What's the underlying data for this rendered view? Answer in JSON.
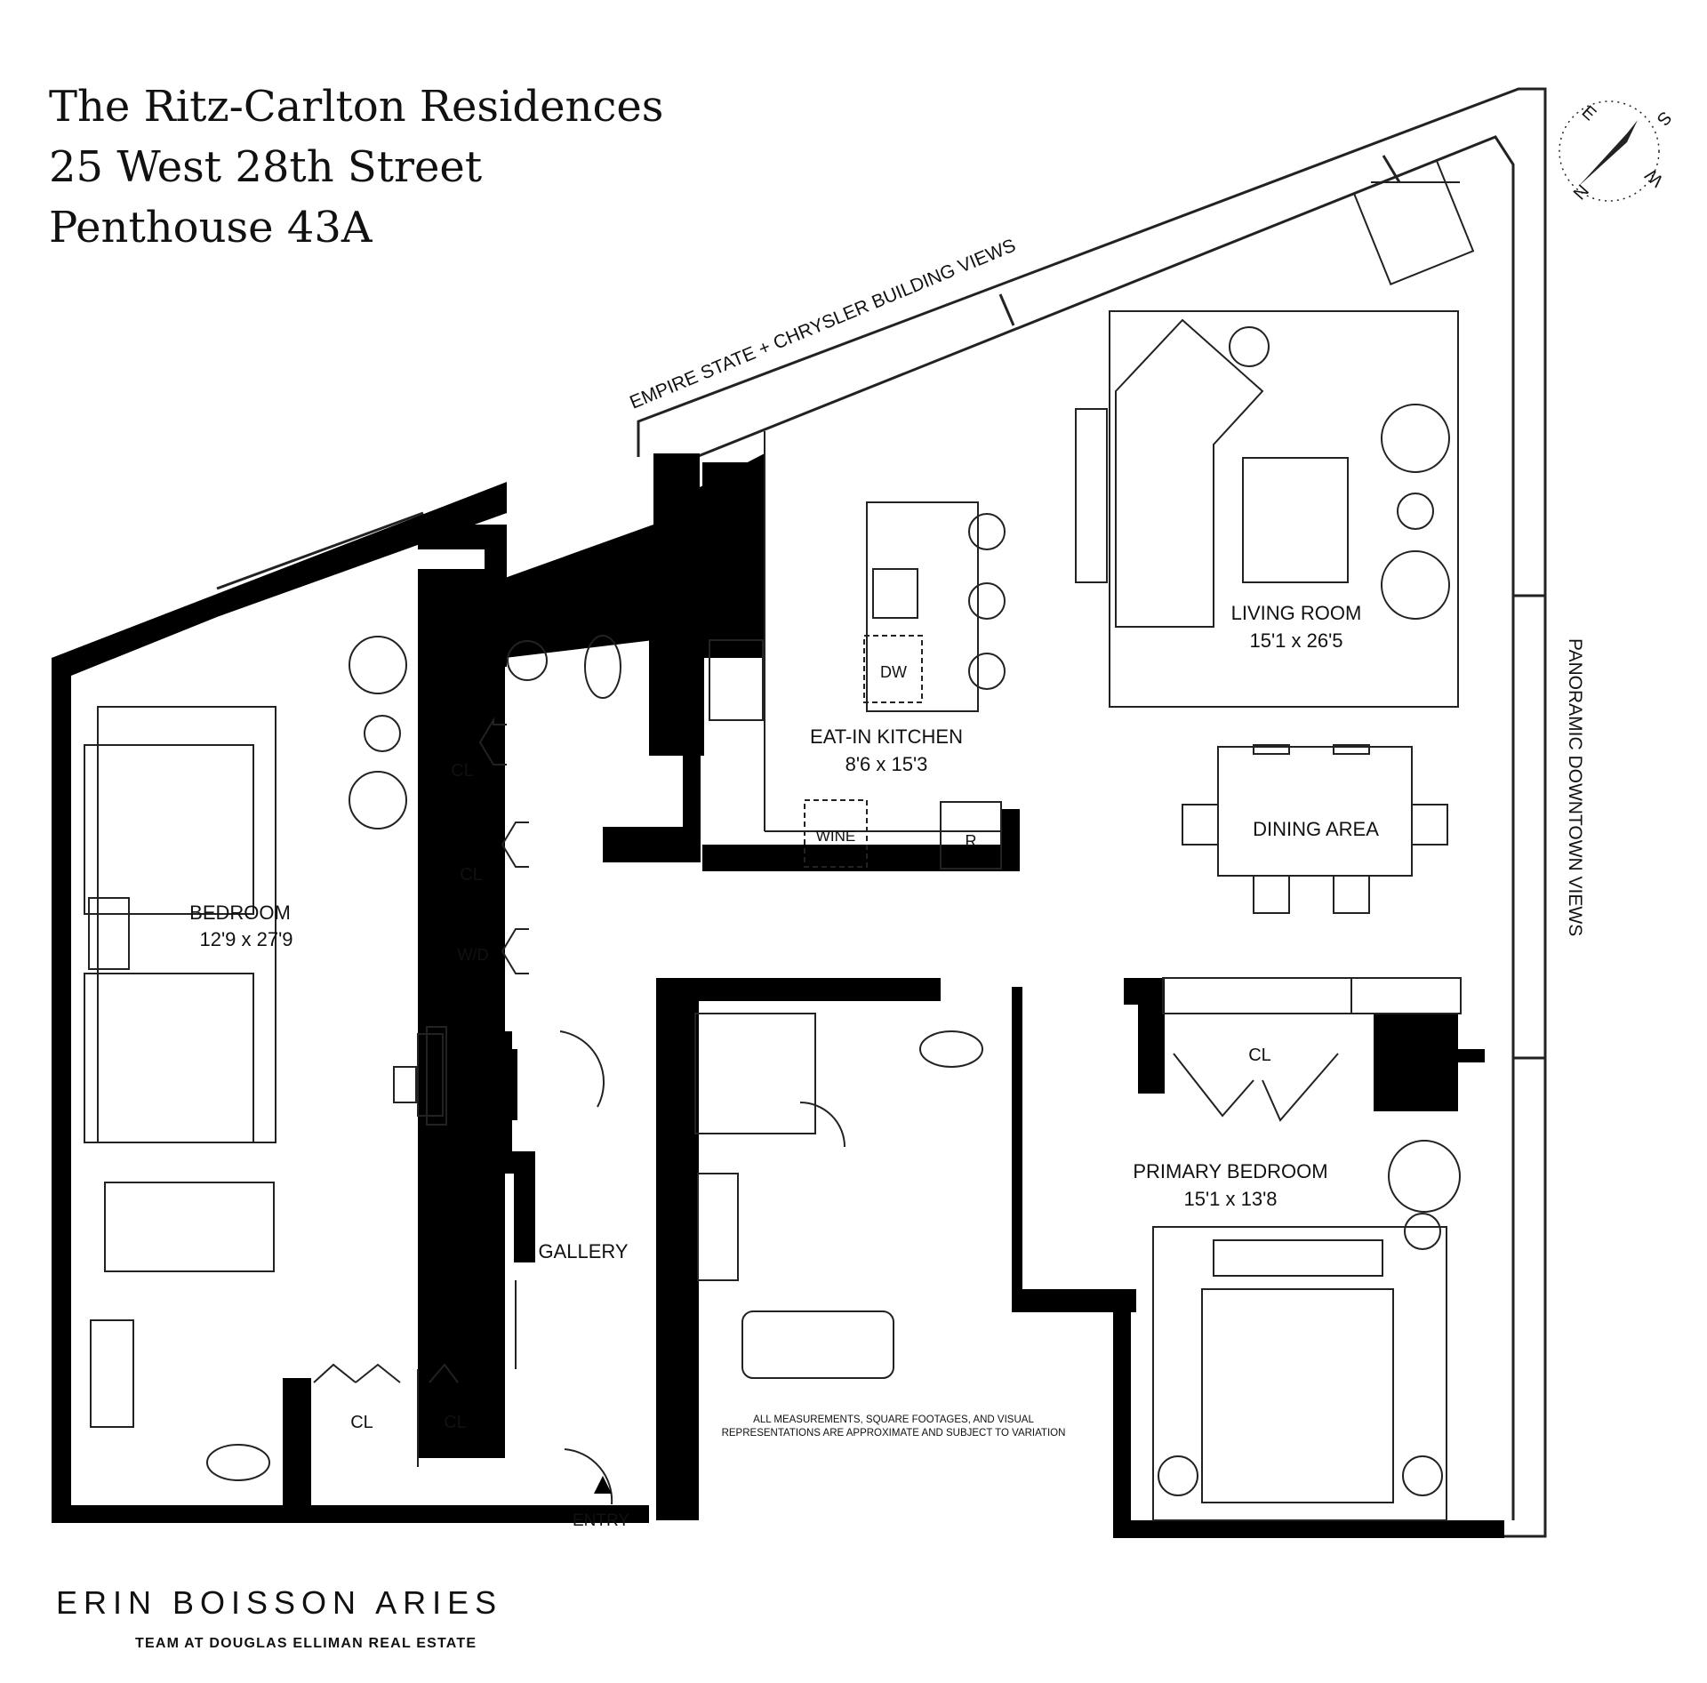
{
  "header": {
    "line1": "The Ritz-Carlton Residences",
    "line2": "25 West 28th Street",
    "line3": "Penthouse 43A"
  },
  "views": {
    "north": "EMPIRE STATE + CHRYSLER BUILDING VIEWS",
    "east": "PANORAMIC DOWNTOWN VIEWS"
  },
  "compass": {
    "n": "N",
    "e": "E",
    "s": "S",
    "w": "W"
  },
  "rooms": {
    "living": {
      "name": "LIVING ROOM",
      "dims": "15'1 x 26'5"
    },
    "kitchen": {
      "name": "EAT-IN KITCHEN",
      "dims": "8'6 x 15'3"
    },
    "dining": {
      "name": "DINING AREA"
    },
    "bedroom": {
      "name": "BEDROOM",
      "dims": "12'9 x 27'9"
    },
    "primary": {
      "name": "PRIMARY BEDROOM",
      "dims": "15'1 x 13'8"
    },
    "gallery": {
      "name": "GALLERY"
    },
    "entry": {
      "name": "ENTRY"
    }
  },
  "fixtures": {
    "cl": "CL",
    "wd": "W/D",
    "dw": "DW",
    "wine": "WINE",
    "fridge": "R"
  },
  "disclaimer": {
    "line1": "ALL MEASUREMENTS, SQUARE FOOTAGES, AND VISUAL",
    "line2": "REPRESENTATIONS ARE APPROXIMATE AND SUBJECT TO VARIATION"
  },
  "brand": {
    "name": "ERIN BOISSON ARIES",
    "team": "TEAM AT DOUGLAS ELLIMAN REAL ESTATE"
  }
}
